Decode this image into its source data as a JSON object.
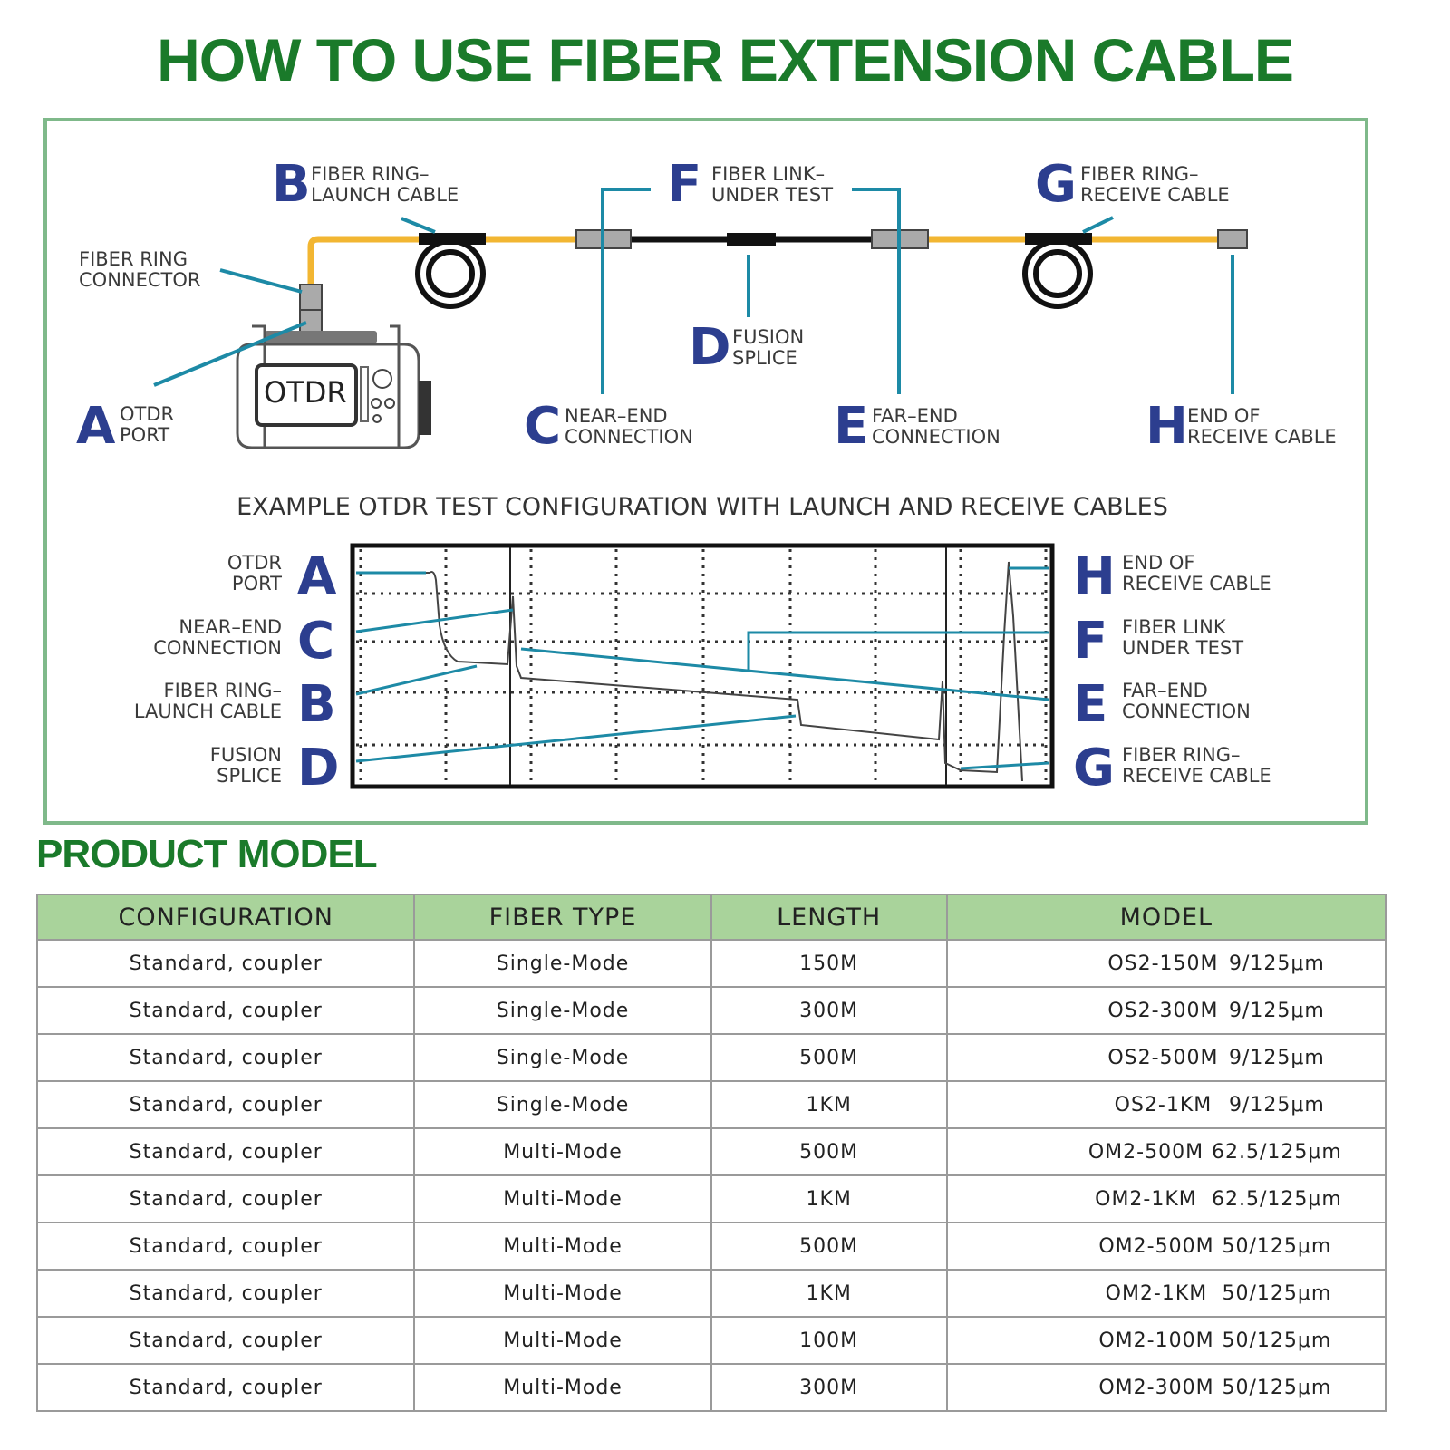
{
  "title": "HOW TO USE FIBER EXTENSION CABLE",
  "diagram": {
    "callouts": [
      {
        "letter": "B",
        "line1": "FIBER RING–",
        "line2": "LAUNCH CABLE"
      },
      {
        "letter": "F",
        "line1": "FIBER LINK–",
        "line2": "UNDER TEST"
      },
      {
        "letter": "G",
        "line1": "FIBER RING–",
        "line2": "RECEIVE CABLE"
      },
      {
        "letter": "D",
        "line1": "FUSION",
        "line2": "SPLICE"
      },
      {
        "letter": "A",
        "line1": "OTDR",
        "line2": "PORT"
      },
      {
        "letter": "C",
        "line1": "NEAR–END",
        "line2": "CONNECTION"
      },
      {
        "letter": "E",
        "line1": "FAR–END",
        "line2": "CONNECTION"
      },
      {
        "letter": "H",
        "line1": "END OF",
        "line2": "RECEIVE CABLE"
      }
    ],
    "connector_label_1": "FIBER RING",
    "connector_label_2": "CONNECTOR",
    "otdr_screen_text": "OTDR",
    "subtitle": "EXAMPLE OTDR TEST CONFIGURATION WITH LAUNCH AND RECEIVE CABLES",
    "trace_left": [
      {
        "letter": "A",
        "line1": "OTDR",
        "line2": "PORT"
      },
      {
        "letter": "C",
        "line1": "NEAR–END",
        "line2": "CONNECTION"
      },
      {
        "letter": "B",
        "line1": "FIBER RING–",
        "line2": "LAUNCH CABLE"
      },
      {
        "letter": "D",
        "line1": "FUSION",
        "line2": "SPLICE"
      }
    ],
    "trace_right": [
      {
        "letter": "H",
        "line1": "END OF",
        "line2": "RECEIVE CABLE"
      },
      {
        "letter": "F",
        "line1": "FIBER LINK",
        "line2": "UNDER TEST"
      },
      {
        "letter": "E",
        "line1": "FAR–END",
        "line2": "CONNECTION"
      },
      {
        "letter": "G",
        "line1": "FIBER RING–",
        "line2": "RECEIVE CABLE"
      }
    ],
    "colors": {
      "cable": "#f2b632",
      "leader": "#1d8aa6",
      "letter": "#2c3e8f",
      "title_green": "#1a7a2a"
    }
  },
  "product": {
    "heading": "PRODUCT MODEL",
    "headers": [
      "CONFIGURATION",
      "FIBER TYPE",
      "LENGTH",
      "MODEL"
    ],
    "rows": [
      {
        "config": "Standard, coupler",
        "fiber": "Single-Mode",
        "length": "150M",
        "model": "OS2-150M",
        "spec": "9/125μm"
      },
      {
        "config": "Standard, coupler",
        "fiber": "Single-Mode",
        "length": "300M",
        "model": "OS2-300M",
        "spec": "9/125μm"
      },
      {
        "config": "Standard, coupler",
        "fiber": "Single-Mode",
        "length": "500M",
        "model": "OS2-500M",
        "spec": "9/125μm"
      },
      {
        "config": "Standard, coupler",
        "fiber": "Single-Mode",
        "length": "1KM",
        "model": "OS2-1KM",
        "spec": "9/125μm"
      },
      {
        "config": "Standard, coupler",
        "fiber": "Multi-Mode",
        "length": "500M",
        "model": "OM2-500M",
        "spec": "62.5/125μm"
      },
      {
        "config": "Standard, coupler",
        "fiber": "Multi-Mode",
        "length": "1KM",
        "model": "OM2-1KM",
        "spec": "62.5/125μm"
      },
      {
        "config": "Standard, coupler",
        "fiber": "Multi-Mode",
        "length": "500M",
        "model": "OM2-500M",
        "spec": "50/125μm"
      },
      {
        "config": "Standard, coupler",
        "fiber": "Multi-Mode",
        "length": "1KM",
        "model": "OM2-1KM",
        "spec": "50/125μm"
      },
      {
        "config": "Standard, coupler",
        "fiber": "Multi-Mode",
        "length": "100M",
        "model": "OM2-100M",
        "spec": "50/125μm"
      },
      {
        "config": "Standard, coupler",
        "fiber": "Multi-Mode",
        "length": "300M",
        "model": "OM2-300M",
        "spec": "50/125μm"
      }
    ]
  }
}
